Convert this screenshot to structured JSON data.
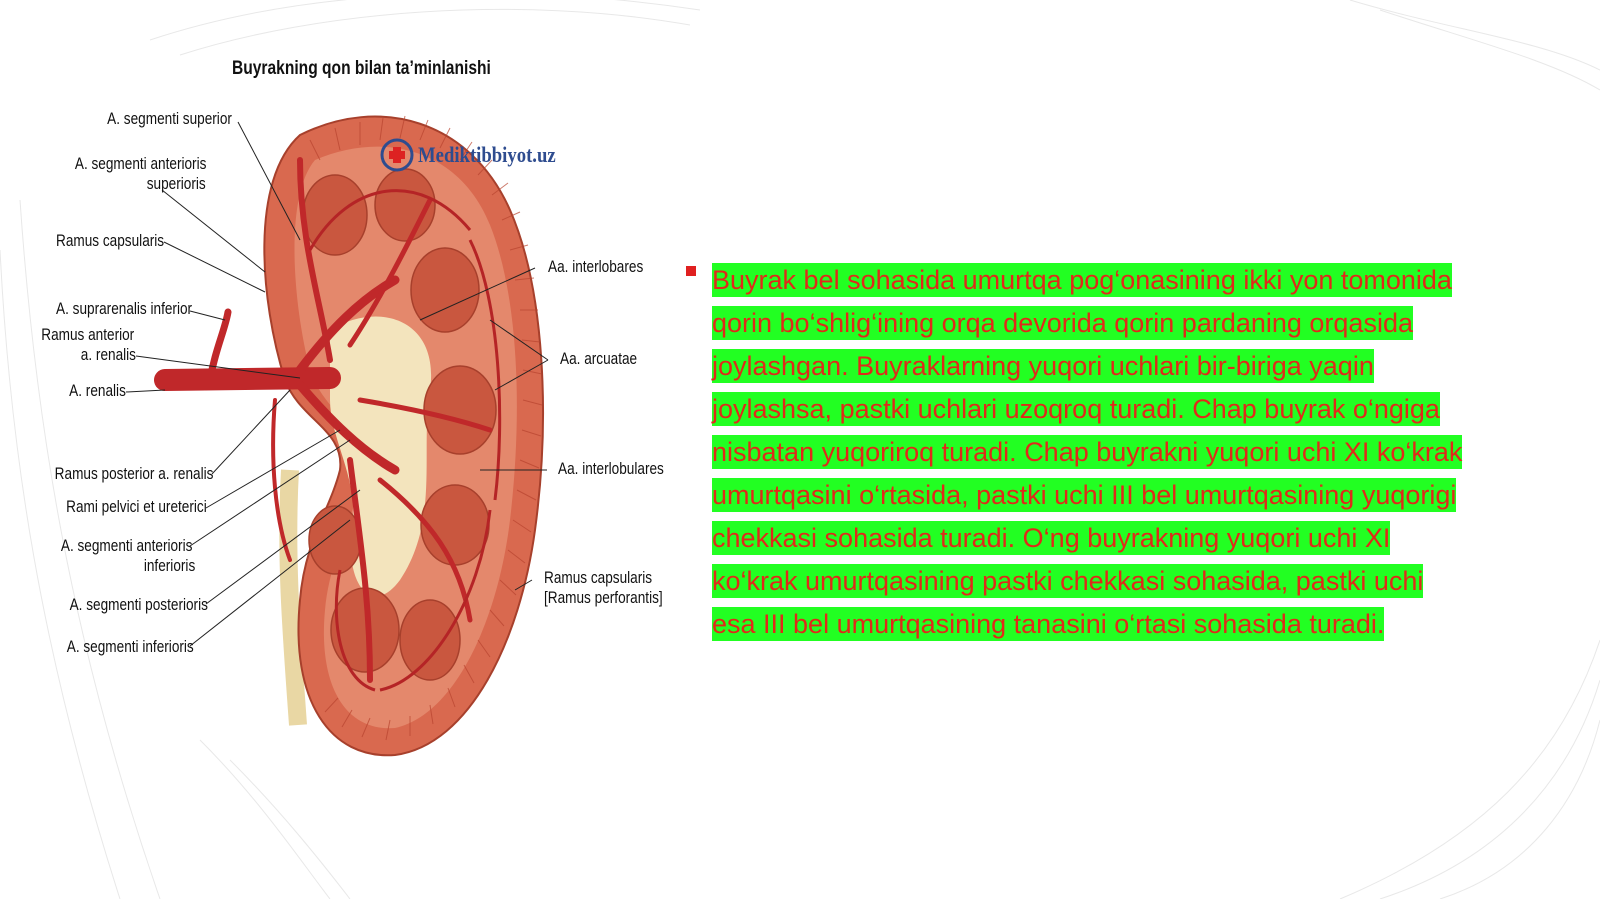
{
  "figure": {
    "title": "Buyrakning qon bilan ta’minlanishi",
    "watermark": "Mediktibbiyot.uz",
    "labels_left": [
      "A. segmenti superior",
      "A. segmenti anterioris",
      "superioris",
      "Ramus capsularis",
      "A. suprarenalis inferior",
      "Ramus anterior",
      "a. renalis",
      "A. renalis",
      "Ramus posterior a. renalis",
      "Rami pelvici et ureterici",
      "A. segmenti anterioris",
      "inferioris",
      "A. segmenti posterioris",
      "A. segmenti inferioris"
    ],
    "labels_right": [
      "Aa. interlobares",
      "Aa. arcuatae",
      "Aa. interlobulares",
      "Ramus capsularis",
      "[Ramus perforantis]"
    ]
  },
  "text": {
    "lines": [
      "Buyrak bel sohasida umurtqa pog‘onasining ikki yon tomonida",
      "qorin bo‘shlig‘ining orqa devorida qorin pardaning orqasida",
      "joylashgan. Buyraklarning yuqori uchlari bir-biriga yaqin",
      "joylashsa, pastki uchlari uzoqroq turadi. Chap buyrak o‘ngiga",
      "nisbatan yuqoriroq turadi. Chap buyrakni yuqori uchi XI ko‘krak",
      "umurtqasini o‘rtasida, pastki uchi III bel umurtqasining yuqorigi",
      "chekkasi sohasida turadi. O‘ng buyrakning yuqori uchi XI",
      "ko‘krak umurtqasining pastki chekkasi sohasida, pastki uchi",
      "esa III bel umurtqasining tanasini o‘rtasi sohasida turadi."
    ]
  },
  "colors": {
    "text": "#e02a1a",
    "highlight": "#22ff22",
    "bullet": "#e02020",
    "kidney": "#d9694f",
    "artery": "#c0282a"
  }
}
